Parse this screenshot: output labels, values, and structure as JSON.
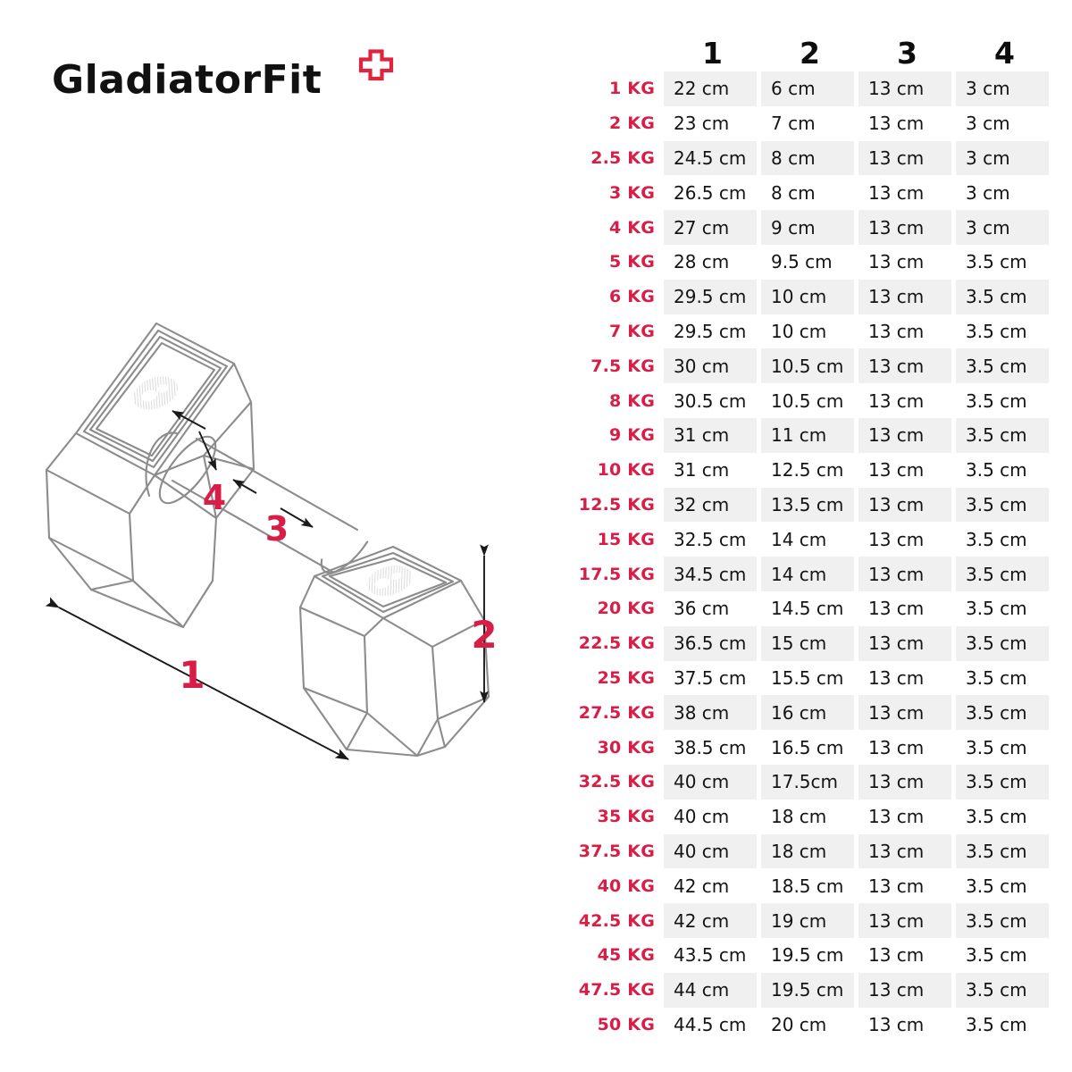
{
  "brand": {
    "wordmark": "GladiatorFit",
    "cross_icon": "plus-cross-icon",
    "cross_color": "#e0233f"
  },
  "figure": {
    "name": "hex-dumbbell-dimension-diagram",
    "callouts": [
      {
        "id": "1",
        "label": "1",
        "meaning": "total length"
      },
      {
        "id": "2",
        "label": "2",
        "meaning": "head height"
      },
      {
        "id": "3",
        "label": "3",
        "meaning": "handle length"
      },
      {
        "id": "4",
        "label": "4",
        "meaning": "handle diameter"
      }
    ],
    "line_color": "#8c8c8c",
    "arrow_color": "#1a1a1a",
    "callout_color": "#d81e46"
  },
  "table": {
    "headers": [
      "1",
      "2",
      "3",
      "4"
    ],
    "shade_color": "#f0f0f0",
    "label_color": "#d81e46",
    "rows": [
      {
        "label": "1 KG",
        "values": [
          "22 cm",
          "6 cm",
          "13 cm",
          "3 cm"
        ]
      },
      {
        "label": "2 KG",
        "values": [
          "23 cm",
          "7 cm",
          "13 cm",
          "3 cm"
        ]
      },
      {
        "label": "2.5 KG",
        "values": [
          "24.5 cm",
          "8 cm",
          "13 cm",
          "3 cm"
        ]
      },
      {
        "label": "3 KG",
        "values": [
          "26.5 cm",
          "8 cm",
          "13 cm",
          "3 cm"
        ]
      },
      {
        "label": "4 KG",
        "values": [
          "27 cm",
          "9 cm",
          "13 cm",
          "3 cm"
        ]
      },
      {
        "label": "5 KG",
        "values": [
          "28 cm",
          "9.5 cm",
          "13 cm",
          "3.5 cm"
        ]
      },
      {
        "label": "6 KG",
        "values": [
          "29.5 cm",
          "10 cm",
          "13 cm",
          "3.5 cm"
        ]
      },
      {
        "label": "7 KG",
        "values": [
          "29.5 cm",
          "10 cm",
          "13 cm",
          "3.5 cm"
        ]
      },
      {
        "label": "7.5 KG",
        "values": [
          "30 cm",
          "10.5 cm",
          "13 cm",
          "3.5 cm"
        ]
      },
      {
        "label": "8 KG",
        "values": [
          "30.5 cm",
          "10.5 cm",
          "13 cm",
          "3.5 cm"
        ]
      },
      {
        "label": "9 KG",
        "values": [
          "31 cm",
          "11 cm",
          "13 cm",
          "3.5 cm"
        ]
      },
      {
        "label": "10 KG",
        "values": [
          "31 cm",
          "12.5 cm",
          "13 cm",
          "3.5 cm"
        ]
      },
      {
        "label": "12.5 KG",
        "values": [
          "32 cm",
          "13.5 cm",
          "13 cm",
          "3.5 cm"
        ]
      },
      {
        "label": "15 KG",
        "values": [
          "32.5 cm",
          "14 cm",
          "13 cm",
          "3.5 cm"
        ]
      },
      {
        "label": "17.5 KG",
        "values": [
          "34.5 cm",
          "14 cm",
          "13 cm",
          "3.5 cm"
        ]
      },
      {
        "label": "20 KG",
        "values": [
          "36 cm",
          "14.5 cm",
          "13 cm",
          "3.5 cm"
        ]
      },
      {
        "label": "22.5 KG",
        "values": [
          "36.5 cm",
          "15 cm",
          "13 cm",
          "3.5 cm"
        ]
      },
      {
        "label": "25 KG",
        "values": [
          "37.5 cm",
          "15.5 cm",
          "13 cm",
          "3.5 cm"
        ]
      },
      {
        "label": "27.5 KG",
        "values": [
          "38 cm",
          "16 cm",
          "13 cm",
          "3.5 cm"
        ]
      },
      {
        "label": "30 KG",
        "values": [
          "38.5 cm",
          "16.5 cm",
          "13 cm",
          "3.5 cm"
        ]
      },
      {
        "label": "32.5 KG",
        "values": [
          "40 cm",
          "17.5cm",
          "13 cm",
          "3.5 cm"
        ]
      },
      {
        "label": "35 KG",
        "values": [
          "40 cm",
          "18 cm",
          "13 cm",
          "3.5 cm"
        ]
      },
      {
        "label": "37.5 KG",
        "values": [
          "40 cm",
          "18 cm",
          "13 cm",
          "3.5 cm"
        ]
      },
      {
        "label": "40 KG",
        "values": [
          "42 cm",
          "18.5 cm",
          "13 cm",
          "3.5 cm"
        ]
      },
      {
        "label": "42.5 KG",
        "values": [
          "42 cm",
          "19 cm",
          "13 cm",
          "3.5 cm"
        ]
      },
      {
        "label": "45 KG",
        "values": [
          "43.5 cm",
          "19.5 cm",
          "13 cm",
          "3.5 cm"
        ]
      },
      {
        "label": "47.5 KG",
        "values": [
          "44 cm",
          "19.5 cm",
          "13 cm",
          "3.5 cm"
        ]
      },
      {
        "label": "50 KG",
        "values": [
          "44.5 cm",
          "20 cm",
          "13 cm",
          "3.5 cm"
        ]
      }
    ]
  }
}
